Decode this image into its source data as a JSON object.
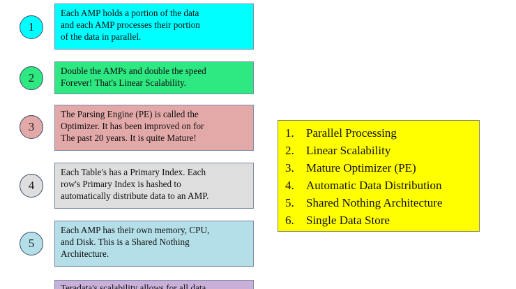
{
  "items": [
    {
      "number": "1",
      "text": "Each AMP holds a portion of the data\nand each AMP processes their portion\nof the data in parallel.",
      "color": "#00ffff"
    },
    {
      "number": "2",
      "text": "Double the AMPs and double the speed\nForever!  That's Linear Scalability.",
      "color": "#2ee882"
    },
    {
      "number": "3",
      "text": "The Parsing Engine (PE) is called the\nOptimizer.  It has been improved on for\nThe past 20 years.  It is quite Mature!",
      "color": "#e3a8a8"
    },
    {
      "number": "4",
      "text": "Each Table's has a Primary Index.  Each\nrow's Primary Index is hashed to\nautomatically distribute data to an AMP.",
      "color": "#dedede"
    },
    {
      "number": "5",
      "text": "Each AMP has their own memory, CPU,\nand Disk.  This is a Shared Nothing\nArchitecture.",
      "color": "#b4dfe8"
    },
    {
      "number": "",
      "text": "Teradata's scalability allows for all data",
      "color": "#c9b0d9"
    }
  ],
  "summary": {
    "background": "#ffff00",
    "items": [
      {
        "num": "1.",
        "label": "Parallel Processing"
      },
      {
        "num": "2.",
        "label": "Linear Scalability"
      },
      {
        "num": "3.",
        "label": "Mature Optimizer (PE)"
      },
      {
        "num": "4.",
        "label": "Automatic Data Distribution"
      },
      {
        "num": "5.",
        "label": "Shared Nothing Architecture"
      },
      {
        "num": "6.",
        "label": "Single Data Store"
      }
    ]
  }
}
